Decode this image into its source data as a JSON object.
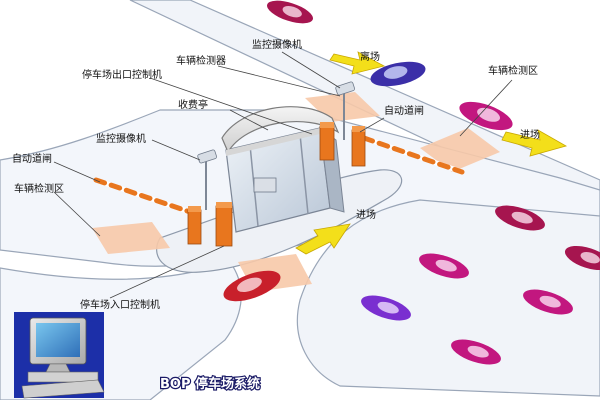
{
  "diagram": {
    "labels": {
      "vehicle_detector": "车辆检测器",
      "surveillance_camera_top": "监控摄像机",
      "exit_controller": "停车场出口控制机",
      "exit": "离场",
      "detection_zone_right": "车辆检测区",
      "toll_booth": "收费亭",
      "auto_gate_right": "自动道闸",
      "enter_right": "进场",
      "surveillance_camera_left": "监控摄像机",
      "auto_gate_left": "自动道闸",
      "detection_zone_left": "车辆检测区",
      "enter_center": "进场",
      "entrance_controller": "停车场入口控制机"
    },
    "caption": "BOP 停车场系统"
  },
  "colors": {
    "road": "#f3f6fb",
    "road_edge": "#9aa6b8",
    "detection_zone": "#f7c9a8",
    "gate_post": "#e8761e",
    "gate_arm_stripe": "#e8761e",
    "arrow": "#f3df1a",
    "car_maroon": "#a6154f",
    "car_magenta": "#c2177f",
    "car_red": "#c8202b",
    "car_blue": "#3b2fa8"
  }
}
